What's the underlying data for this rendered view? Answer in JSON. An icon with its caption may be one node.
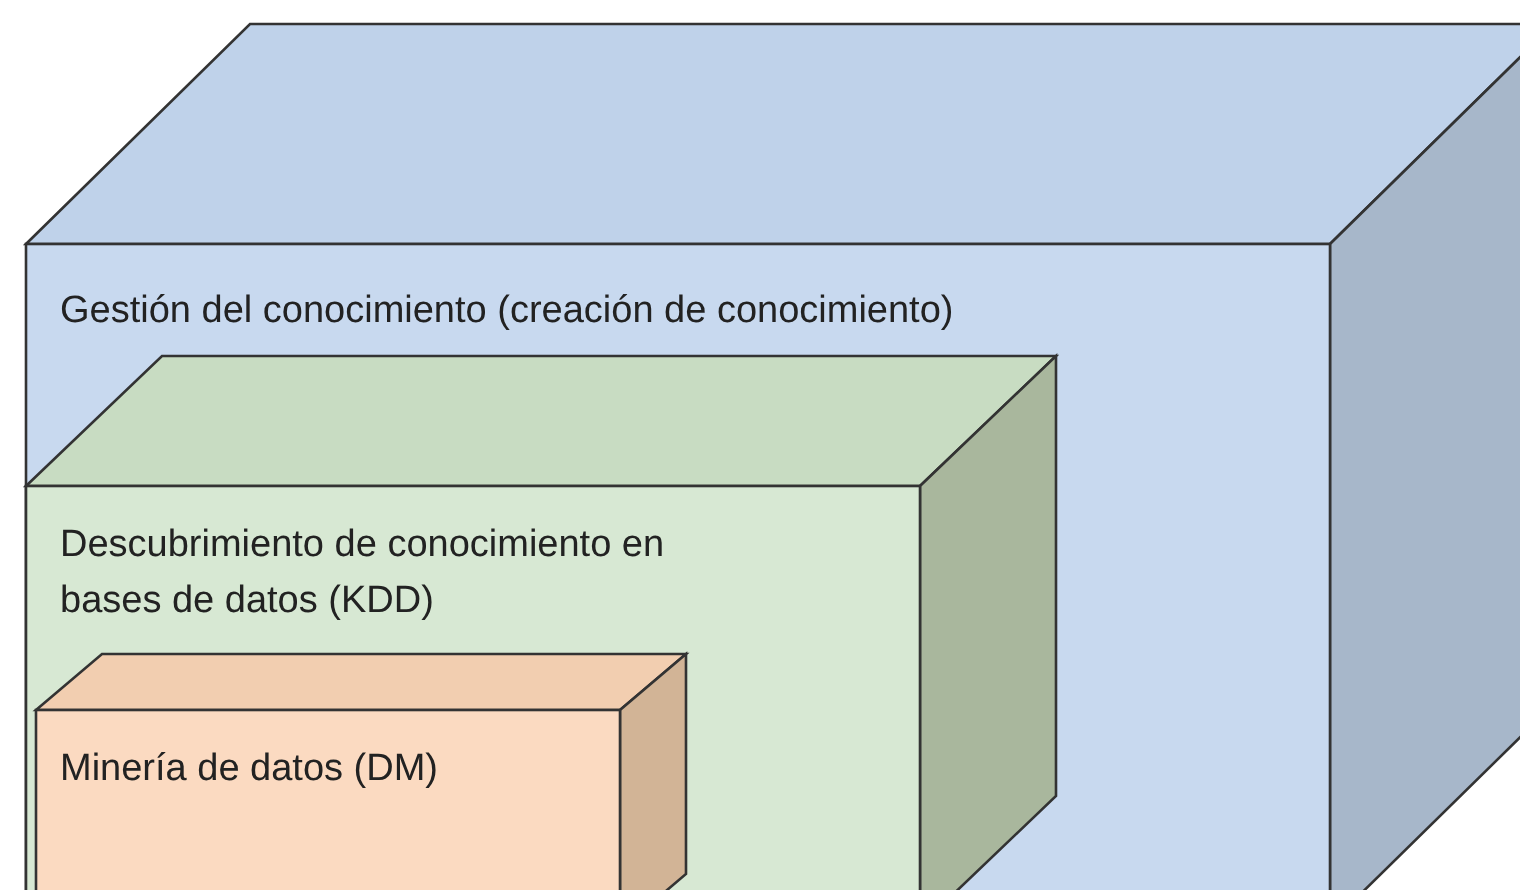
{
  "diagram": {
    "nodes": [
      {
        "text": [
          "Gestión del conocimiento (creación de conocimiento)"
        ]
      },
      {
        "text": [
          "Descubrimiento de conocimiento en bases de datos (KDD)"
        ],
        "in": 0
      },
      {
        "text": [
          "Minería de datos (DM)"
        ],
        "in": 1
      }
    ]
  }
}
